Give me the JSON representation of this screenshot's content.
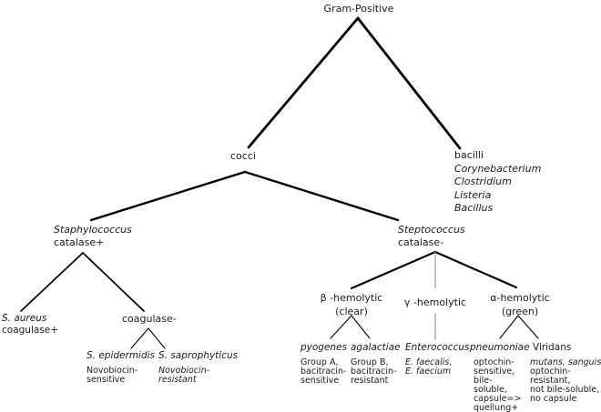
{
  "colors": {
    "background": "#ffffff",
    "text": "#1a1a1a",
    "edge": "#000000",
    "gamma_edge": "#999999"
  },
  "tree": {
    "root": {
      "label": "Gram-Positive"
    },
    "cocci": {
      "label": "cocci"
    },
    "bacilli": {
      "label": "bacilli",
      "genera": [
        "Corynebacterium",
        "Clostridium",
        "Listeria",
        "Bacillus"
      ]
    },
    "staphylococcus": {
      "name": "Staphylococcus",
      "test": "catalase+"
    },
    "steptococcus": {
      "name": "Steptococcus",
      "test": "catalase-"
    },
    "s_aureus": {
      "name": "S. aureus",
      "test": "coagulase+"
    },
    "coagulase_negative": {
      "label": "coagulase-"
    },
    "s_epidermidis": {
      "name": "S. epidermidis",
      "desc": [
        "Novobiocin-",
        "sensitive"
      ]
    },
    "s_saprophyticus": {
      "name": "S. saprophyticus",
      "desc": [
        "Novobiocin-",
        "resistant"
      ]
    },
    "beta_hemolytic": {
      "label": "β -hemolytic",
      "sub": "(clear)"
    },
    "gamma_hemolytic": {
      "label": "γ -hemolytic"
    },
    "alpha_hemolytic": {
      "label": "α-hemolytic",
      "sub": "(green)"
    },
    "pyogenes": {
      "name": "pyogenes",
      "desc": [
        "Group A,",
        "bacitracin-",
        "sensitive"
      ]
    },
    "agalactiae": {
      "name": "agalactiae",
      "desc": [
        "Group B,",
        "bacitracin-",
        "resistant"
      ]
    },
    "enterococcus": {
      "name": "Enterococcus",
      "species": [
        "E. faecalis,",
        "E. faecium"
      ]
    },
    "pneumoniae": {
      "name": "pneumoniae",
      "desc": [
        "optochin-",
        "sensitive,",
        "bile-",
        "soluble,",
        "capsule=>",
        "quellung+"
      ]
    },
    "viridans": {
      "name": "Viridans",
      "species": "mutans, sanguis",
      "desc": [
        "optochin-",
        "resistant,",
        "not bile-soluble,",
        "no capsule"
      ]
    }
  }
}
